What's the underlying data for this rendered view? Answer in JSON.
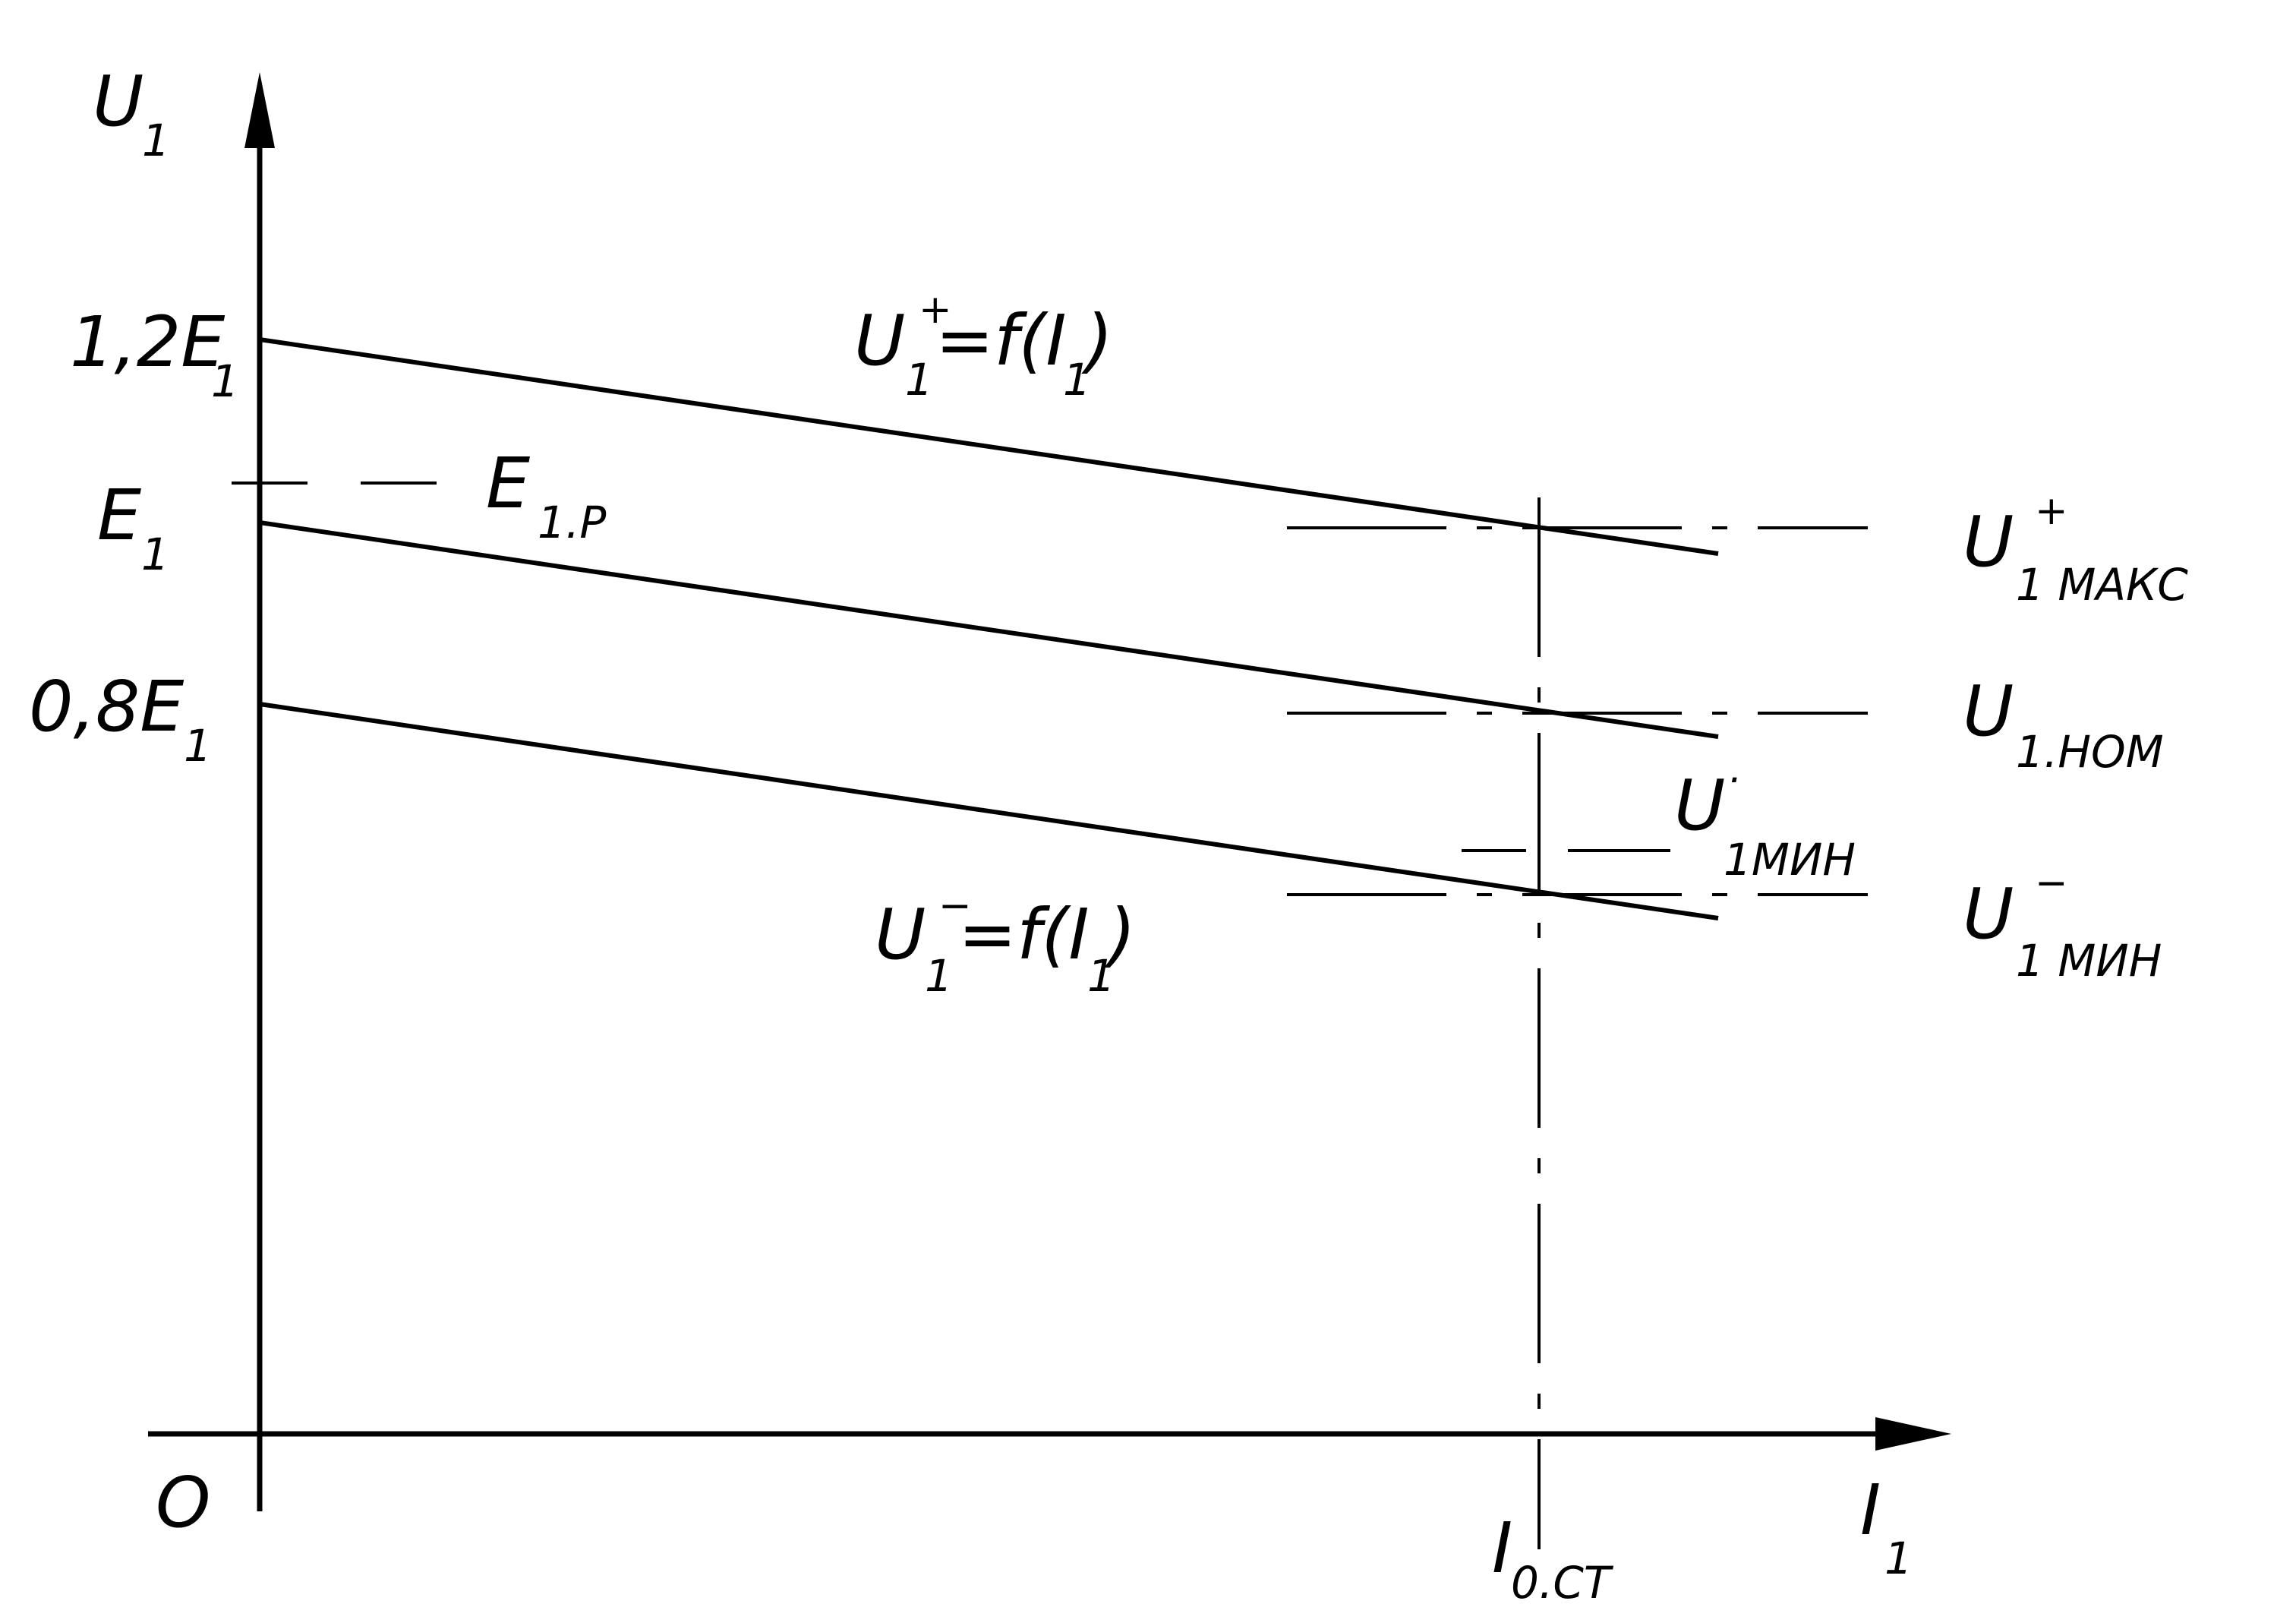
{
  "axes": {
    "y_label": "U",
    "y_label_sub": "1",
    "x_label": "I",
    "x_label_sub": "1",
    "origin": "O"
  },
  "y_ticks": {
    "high": {
      "main": "1,2E",
      "sub": "1"
    },
    "mid": {
      "main": "E",
      "sub": "1"
    },
    "low": {
      "main": "0,8E",
      "sub": "1"
    }
  },
  "x_ticks": {
    "i0": {
      "main": "I",
      "sub": "0.CT"
    }
  },
  "curve_labels": {
    "upper": {
      "u": "U",
      "sup": "+",
      "sub": "1",
      "eq": "=f(I",
      "eq_sub": "1",
      "close": ")"
    },
    "lower": {
      "u": "U",
      "sup": "−",
      "sub": "1",
      "eq": "=f(I",
      "eq_sub": "1",
      "close": ")"
    },
    "e1p": {
      "main": "E",
      "sub": "1.P"
    },
    "u1min_dot": {
      "main": "U",
      "sup": "·",
      "sub": "1МИН"
    }
  },
  "right_labels": {
    "max": {
      "main": "U",
      "sup": "+",
      "sub": "1 МАКС"
    },
    "nom": {
      "main": "U",
      "sub": "1.НОМ"
    },
    "min": {
      "main": "U",
      "sup": "−",
      "sub": "1 МИН"
    }
  }
}
